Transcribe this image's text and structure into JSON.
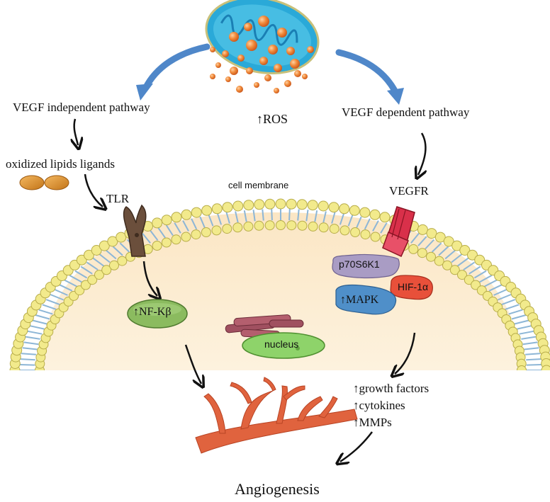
{
  "labels": {
    "ros": "↑ROS",
    "vegf_independent": "VEGF independent pathway",
    "vegf_dependent": "VEGF dependent pathway",
    "oxidized_lipids": "oxidized lipids ligands",
    "tlr": "TLR",
    "cell_membrane": "cell membrane",
    "vegfr": "VEGFR",
    "p70s6k1": "p70S6K1",
    "hif1a": "HIF-1α",
    "mapk": "↑MAPK",
    "nfkb": "↑NF-Kβ",
    "nucleus": "nucleus",
    "growth_factors": "↑growth factors",
    "cytokines": "↑cytokines",
    "mmps": "↑MMPs",
    "angiogenesis": "Angiogenesis"
  },
  "colors": {
    "mito_outer": "#2aa9d8",
    "mito_inner": "#1f8fc4",
    "ros_particle": "#e8702a",
    "blue_arrow": "#4f87c9",
    "membrane_head": "#f2ea8c",
    "membrane_tail": "#a9c9e0",
    "cytoplasm": "#fbe9c9",
    "tlr": "#6b4f3c",
    "vegfr": "#d9304a",
    "p70s6k1": "#a99cc4",
    "hif1a": "#e8503a",
    "mapk": "#4f8fc9",
    "nfkb": "#8bbb5f",
    "nucleus": "#8ed36a",
    "er": "#a05060",
    "vessel": "#e0633e",
    "lipid": "#d4892e"
  }
}
